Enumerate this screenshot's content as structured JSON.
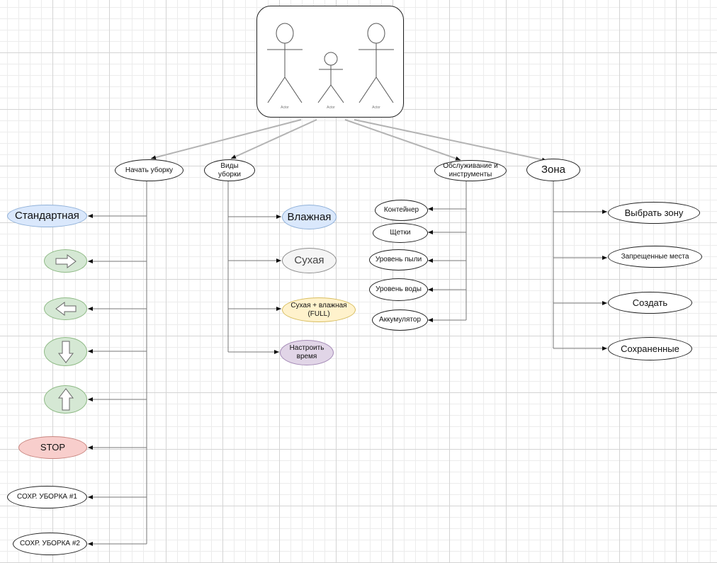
{
  "actors": {
    "caption": "Actor",
    "names": [
      "Actor",
      "Actor",
      "Actor"
    ]
  },
  "categories": {
    "start": "Начать уборку",
    "types": "Виды уборки",
    "service": "Обслуживание и инструменты",
    "zone": "Зона"
  },
  "start_items": {
    "standard": "Стандартная",
    "right_icon": "arrow-right-icon",
    "left_icon": "arrow-left-icon",
    "down_icon": "arrow-down-icon",
    "up_icon": "arrow-up-icon",
    "stop": "STOP",
    "saved1": "СОХР. УБОРКА #1",
    "saved2": "СОХР. УБОРКА #2"
  },
  "type_items": {
    "wet": "Влажная",
    "dry": "Сухая",
    "full": "Сухая + влажная (FULL)",
    "schedule": "Настроить время"
  },
  "service_items": {
    "container": "Контейнер",
    "brushes": "Щетки",
    "dust": "Уровень пыли",
    "water": "Уровень воды",
    "battery": "Аккумулятор"
  },
  "zone_items": {
    "choose": "Выбрать зону",
    "forbidden": "Запрещенные места",
    "create": "Создать",
    "saved": "Сохраненные"
  },
  "colors": {
    "blue": "#dae8fc",
    "green": "#d5e8d4",
    "gray": "#f5f5f5",
    "yellow": "#fff2cc",
    "purple": "#e1d5e7",
    "red": "#f8cecc"
  }
}
